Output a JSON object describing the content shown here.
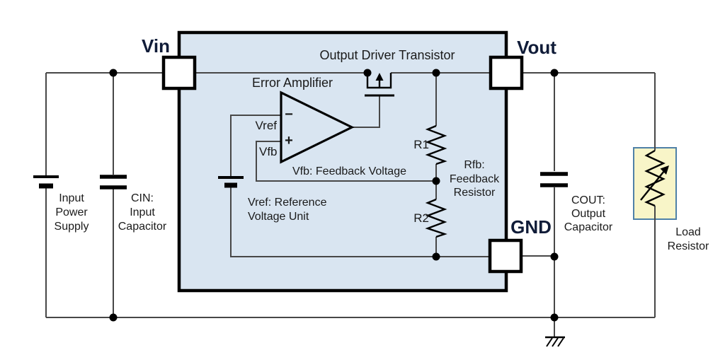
{
  "diagram_type": "LDO voltage regulator block diagram",
  "colors": {
    "block_fill": "#d9e5f1",
    "block_border": "#000000",
    "load_fill": "#f8f5c8",
    "load_border": "#4f81a8",
    "wire": "#474747",
    "text": "#1a1a1a",
    "pin_label": "#101c38"
  },
  "pins": {
    "vin": "Vin",
    "vout": "Vout",
    "gnd": "GND"
  },
  "regulator": {
    "transistor_label": "Output Driver Transistor",
    "amplifier_label": "Error Amplifier",
    "inverting_sign": "−",
    "noninverting_sign": "+",
    "vref_label": "Vref",
    "vfb_label": "Vfb",
    "vfb_note": "Vfb: Feedback Voltage",
    "vref_note_lines": [
      "Vref: Reference",
      "Voltage Unit"
    ],
    "r1_label": "R1",
    "r2_label": "R2",
    "rfb_note_lines": [
      "Rfb:",
      "Feedback",
      "Resistor"
    ]
  },
  "external": {
    "input_supply_lines": [
      "Input",
      "Power",
      "Supply"
    ],
    "cin_lines": [
      "CIN:",
      "Input",
      "Capacitor"
    ],
    "cout_lines": [
      "COUT:",
      "Output",
      "Capacitor"
    ],
    "load_lines": [
      "Load",
      "Resistor"
    ]
  }
}
